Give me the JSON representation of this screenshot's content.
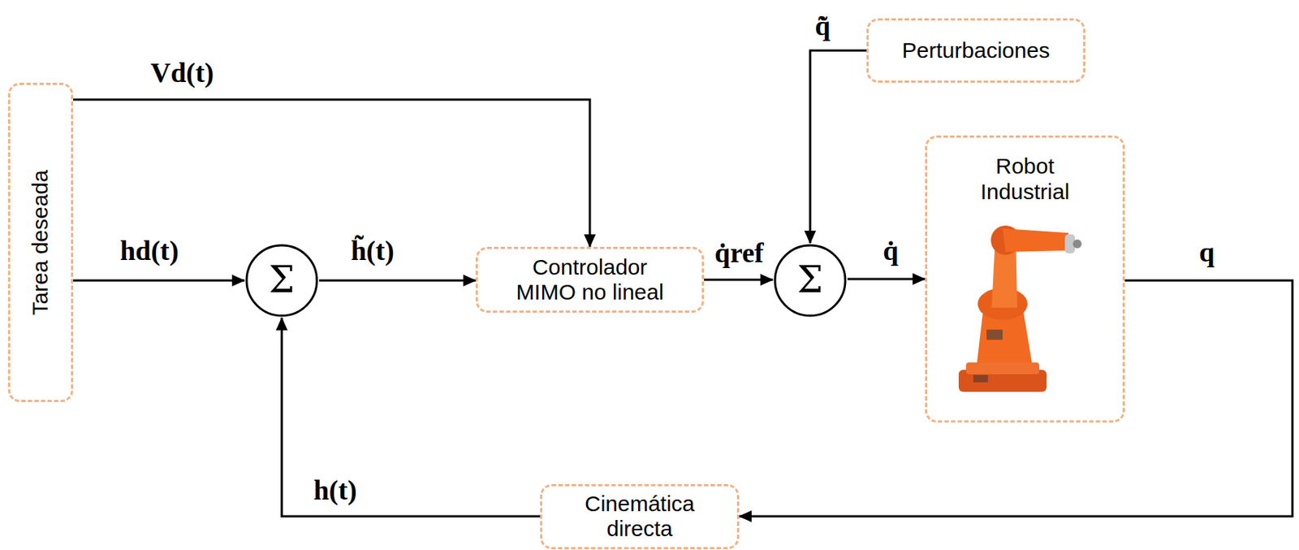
{
  "diagram": {
    "nodes": [
      {
        "text": [
          "Tarea deseada"
        ]
      },
      {
        "text": [
          "Σ"
        ]
      },
      {
        "text": [
          "Controlador MIMO no lineal"
        ]
      },
      {
        "text": [
          "Σ"
        ]
      },
      {
        "text": [
          "Perturbaciones"
        ]
      },
      {
        "text": [
          "Robot Industrial"
        ]
      },
      {
        "text": [
          "Cinemática directa"
        ]
      }
    ],
    "edges": [
      {
        "from": 0,
        "to": 1,
        "arrow": "to",
        "label": "hd(t)"
      },
      {
        "from": 0,
        "to": 2,
        "arrow": "to",
        "label": "Vd(t)"
      },
      {
        "from": 1,
        "to": 2,
        "arrow": "to",
        "label": "h̃(t)"
      },
      {
        "from": 2,
        "to": 3,
        "arrow": "to",
        "label": "q̇ref"
      },
      {
        "from": 4,
        "to": 3,
        "arrow": "to",
        "label": "q̃̇"
      },
      {
        "from": 3,
        "to": 5,
        "arrow": "to",
        "label": "q̇"
      },
      {
        "from": 5,
        "to": 6,
        "arrow": "to",
        "label": "q"
      },
      {
        "from": 6,
        "to": 1,
        "arrow": "to",
        "label": "h(t)"
      }
    ]
  }
}
